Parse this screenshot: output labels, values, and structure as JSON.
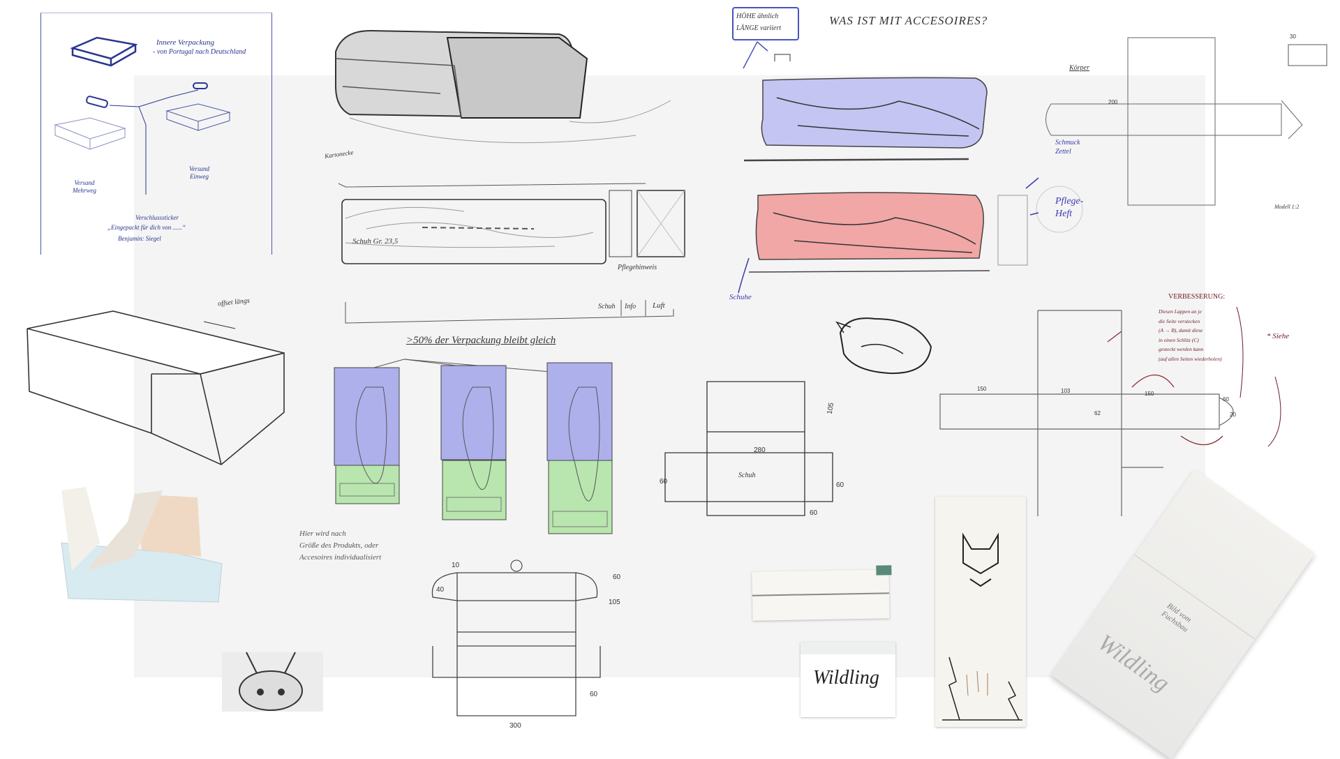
{
  "colors": {
    "background": "#ffffff",
    "panel": "#f4f4f4",
    "blue_fill": "#aeb0ec",
    "green_fill": "#b8e6ae",
    "red_fill": "#f1a7a5",
    "ink_blue": "#2a3590",
    "ink_maroon": "#6b1a24"
  },
  "notebook": {
    "inner_title": "Innere Verpackung",
    "inner_sub": "- von Portugal nach Deutschland",
    "versand_mehrweg": [
      "Versand",
      "Mehrweg"
    ],
    "versand_einweg": [
      "Versand",
      "Einweg"
    ],
    "sticker_title": "Verschlusssticker",
    "sticker_quote": "„Eingepackt für dich von ......“",
    "sticker_note": "Benjamin: Siegel"
  },
  "box_section": {
    "arrow_label": "Kartonecke",
    "shoe_label": "Schuh Gr. 23,5",
    "care_label": "Pflegehinweis",
    "bar_labels": [
      "Schuh",
      "Info",
      "Luft"
    ]
  },
  "offset_label": "offset längs",
  "variants": {
    "title": ">50% der Verpackung bleibt gleich",
    "note": [
      "Hier wird nach",
      "Größe des Produkts, oder",
      "Accesoires individualisiert"
    ]
  },
  "top_note": {
    "box_lines": [
      "HÖHE ähnlich",
      "LÄNGE variiert"
    ],
    "question": "WAS IST MIT ACCESOIRES?"
  },
  "shoes": {
    "schuhe_label": "Schuhe",
    "zettel_label": [
      "Schmuck",
      "Zettel"
    ],
    "heft_label": [
      "Pflege-",
      "Heft"
    ]
  },
  "dieline_top_right": {
    "title": "Körper",
    "scale": "Modell 1:2",
    "dims": [
      "200",
      "30"
    ]
  },
  "dieline_mid": {
    "dims": [
      "280",
      "60",
      "60",
      "105",
      "60"
    ],
    "center_label": "Schuh"
  },
  "dieline_bottom": {
    "dims": [
      "60",
      "105",
      "60",
      "300",
      "40",
      "10"
    ]
  },
  "improvement": {
    "title": "VERBESSERUNG:",
    "lines": [
      "Diesen Lappen an je",
      "die Seite verstecken",
      "(A → B), damit diese",
      "in einen Schlitz (C)",
      "gesteckt werden kann",
      "(auf allen Seiten wiederholen)"
    ],
    "see": "* Siehe",
    "dims": [
      "150",
      "103",
      "150",
      "62",
      "60",
      "20"
    ]
  },
  "photos": {
    "logo": "Wildling",
    "box_note": [
      "Bild vom",
      "Fuchsbau"
    ]
  }
}
